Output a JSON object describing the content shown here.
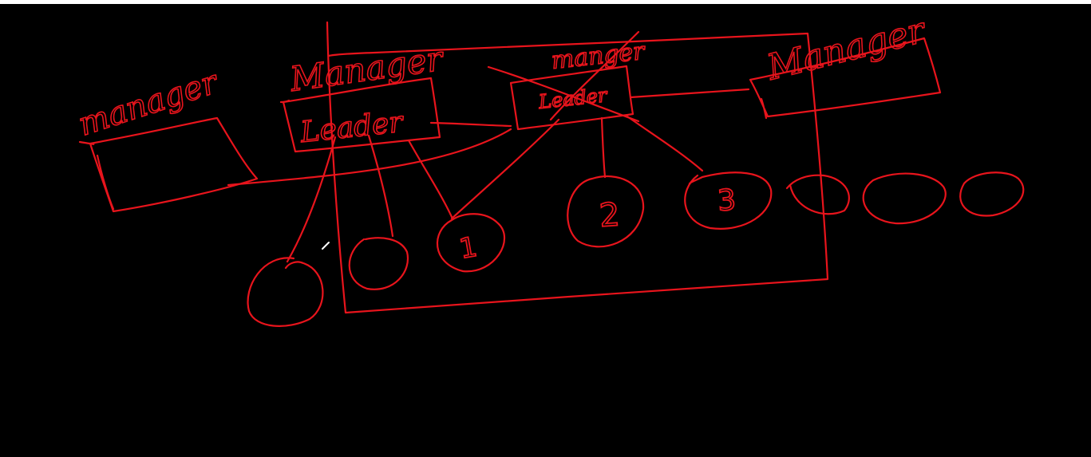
{
  "colors": {
    "background": "#000000",
    "ink": "#e8141c",
    "cursor": "#ffffff"
  },
  "labels": {
    "manager_left": "manager",
    "manager_center_left": "Manager",
    "leader_center_left": "Leader",
    "manager_center": "manger",
    "leader_center": "Leader",
    "manager_right": "Manager"
  },
  "nodes": {
    "node_1": "1",
    "node_2": "2",
    "node_3": "3"
  }
}
